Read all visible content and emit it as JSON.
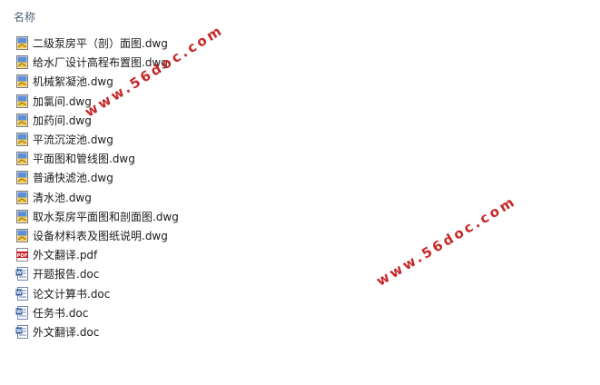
{
  "header": {
    "name_label": "名称"
  },
  "files": [
    {
      "name": "二级泵房平（剖）面图.dwg",
      "icon": "dwg-file-icon"
    },
    {
      "name": "给水厂设计高程布置图.dwg",
      "icon": "dwg-file-icon"
    },
    {
      "name": "机械絮凝池.dwg",
      "icon": "dwg-file-icon"
    },
    {
      "name": "加氯间.dwg",
      "icon": "dwg-file-icon"
    },
    {
      "name": "加药间.dwg",
      "icon": "dwg-file-icon"
    },
    {
      "name": "平流沉淀池.dwg",
      "icon": "dwg-file-icon"
    },
    {
      "name": "平面图和管线图.dwg",
      "icon": "dwg-file-icon"
    },
    {
      "name": "普通快滤池.dwg",
      "icon": "dwg-file-icon"
    },
    {
      "name": "清水池.dwg",
      "icon": "dwg-file-icon"
    },
    {
      "name": "取水泵房平面图和剖面图.dwg",
      "icon": "dwg-file-icon"
    },
    {
      "name": "设备材料表及图纸说明.dwg",
      "icon": "dwg-file-icon"
    },
    {
      "name": "外文翻译.pdf",
      "icon": "pdf-file-icon"
    },
    {
      "name": "开题报告.doc",
      "icon": "doc-file-icon"
    },
    {
      "name": "论文计算书.doc",
      "icon": "doc-file-icon"
    },
    {
      "name": "任务书.doc",
      "icon": "doc-file-icon"
    },
    {
      "name": "外文翻译.doc",
      "icon": "doc-file-icon"
    }
  ],
  "watermarks": [
    "www.56doc.com",
    "www.56doc.com"
  ],
  "colors": {
    "header_text": "#4c607a",
    "watermark": "#c62828",
    "pdf_red": "#c8161e",
    "doc_blue": "#2a5699"
  }
}
